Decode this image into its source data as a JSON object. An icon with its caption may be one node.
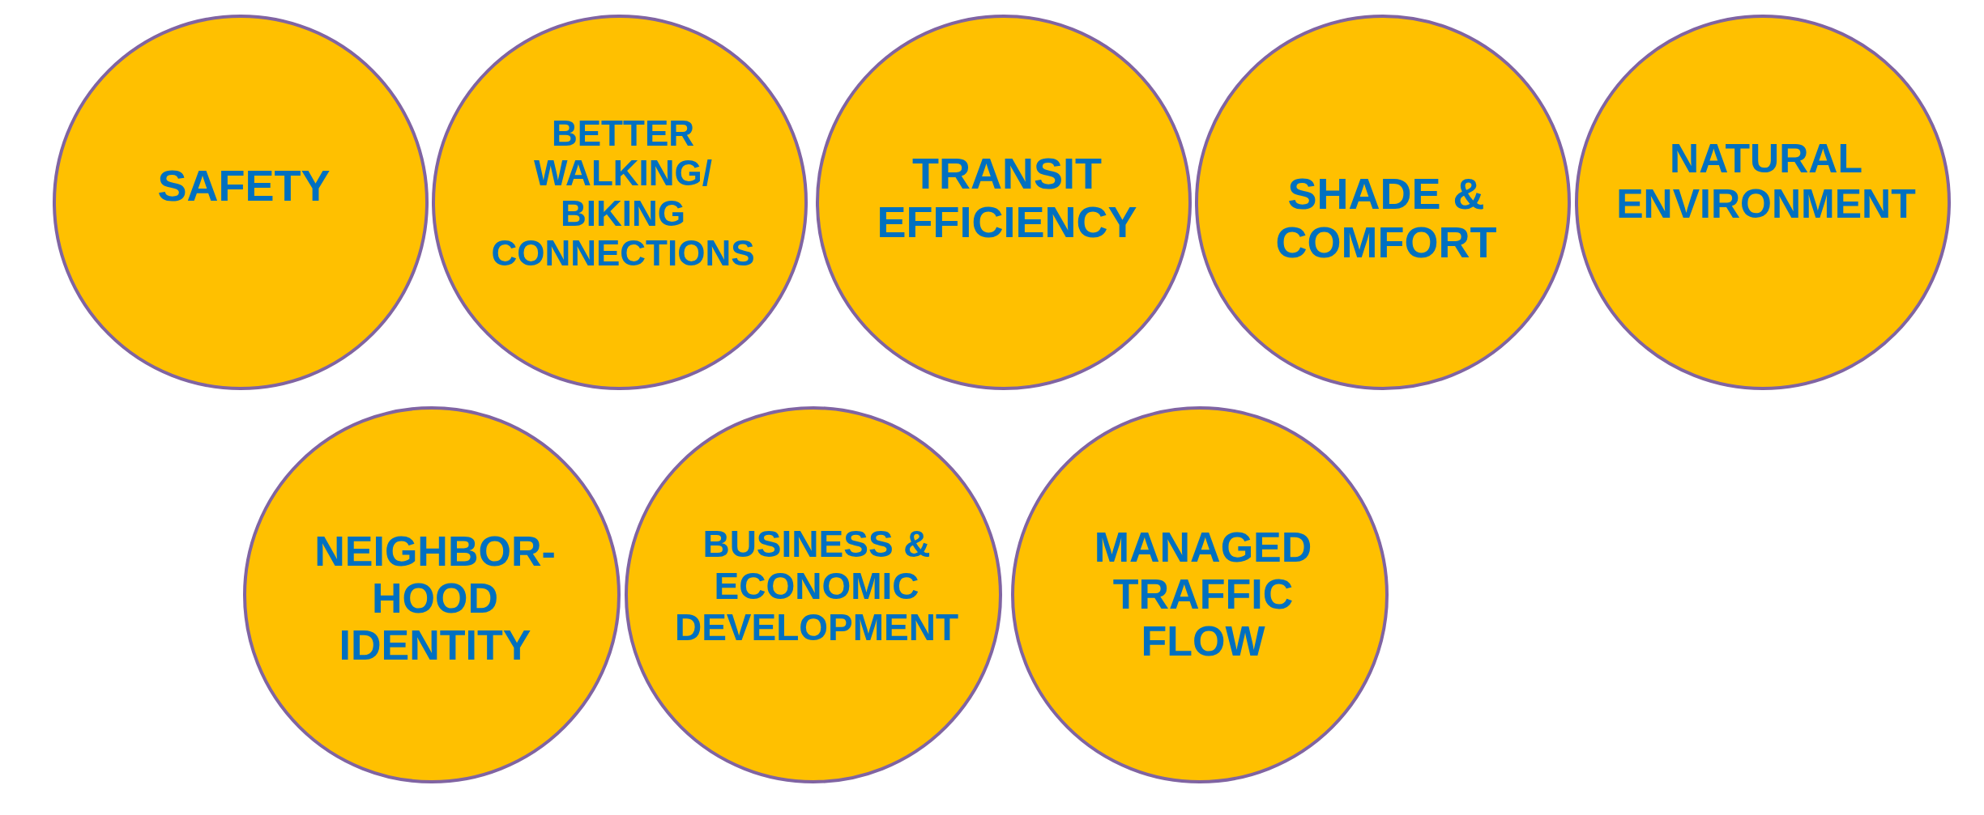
{
  "diagram": {
    "nodes": [
      {
        "text": [
          "SAFETY"
        ]
      },
      {
        "text": [
          "BETTER WALKING/ BIKING CONNECTIONS"
        ]
      },
      {
        "text": [
          "TRANSIT EFFICIENCY"
        ]
      },
      {
        "text": [
          "SHADE & COMFORT"
        ]
      },
      {
        "text": [
          "NATURAL ENVIRONMENT"
        ]
      },
      {
        "text": [
          "NEIGHBOR- HOOD IDENTITY"
        ]
      },
      {
        "text": [
          "BUSINESS & ECONOMIC DEVELOPMENT"
        ]
      },
      {
        "text": [
          "MANAGED TRAFFIC FLOW"
        ]
      }
    ]
  }
}
